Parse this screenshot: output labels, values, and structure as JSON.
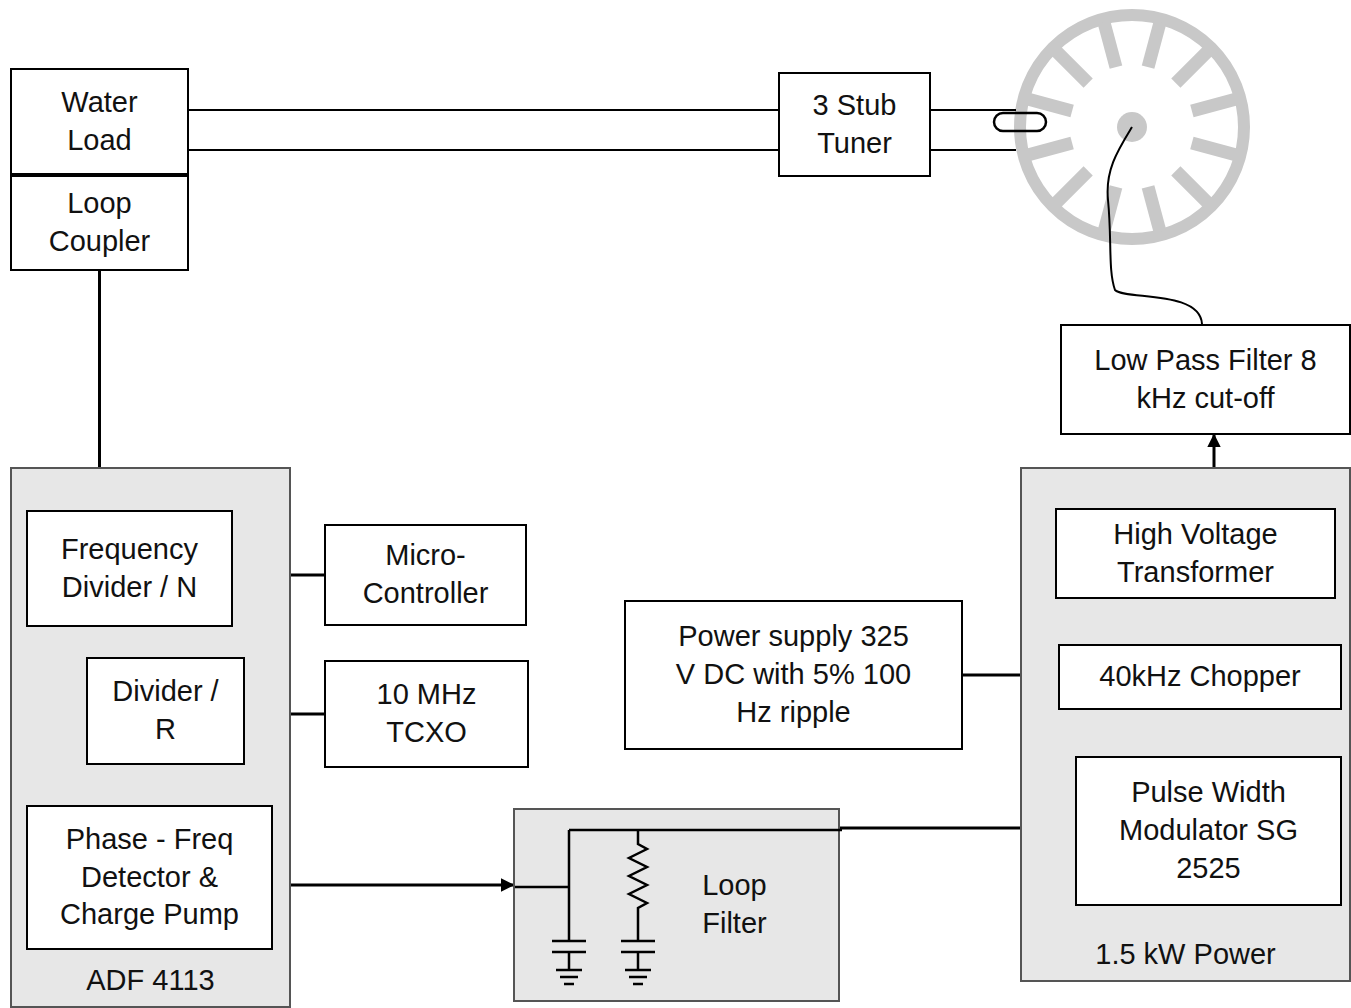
{
  "diagram": {
    "nodes": [
      {
        "text": [
          "Water Load"
        ]
      },
      {
        "text": [
          "Loop Coupler"
        ]
      },
      {
        "text": [
          "3 Stub Tuner"
        ]
      },
      {
        "text": [
          "Low Pass Filter 8 kHz cut-off"
        ]
      },
      {
        "text": [
          "ADF 4113"
        ]
      },
      {
        "text": [
          "Frequency Divider / N"
        ],
        "in": 4
      },
      {
        "text": [
          "Divider / R"
        ],
        "in": 4
      },
      {
        "text": [
          "Phase - Freq Detector & Charge Pump"
        ],
        "in": 4
      },
      {
        "text": [
          "Micro-Controller"
        ]
      },
      {
        "text": [
          "10 MHz TCXO"
        ]
      },
      {
        "text": [
          "Loop Filter"
        ]
      },
      {
        "text": [
          "1.5 kW Power"
        ]
      },
      {
        "text": [
          "High Voltage Transformer"
        ],
        "in": 11
      },
      {
        "text": [
          "40kHz Chopper"
        ],
        "in": 11
      },
      {
        "text": [
          "Pulse Width Modulator SG 2525"
        ],
        "in": 11
      },
      {
        "text": [
          "Power supply 325 V DC with 5% 100 Hz ripple"
        ]
      }
    ],
    "edges": [
      {
        "from": 0,
        "to": 2,
        "arrow": "none"
      },
      {
        "from": 1,
        "to": 5,
        "arrow": "to"
      },
      {
        "from": 8,
        "to": 5,
        "arrow": "to"
      },
      {
        "from": 9,
        "to": 6,
        "arrow": "to"
      },
      {
        "from": 5,
        "to": 7,
        "arrow": "to"
      },
      {
        "from": 6,
        "to": 7,
        "arrow": "to"
      },
      {
        "from": 7,
        "to": 10,
        "arrow": "to"
      },
      {
        "from": 10,
        "to": 14,
        "arrow": "to"
      },
      {
        "from": 15,
        "to": 13,
        "arrow": "to"
      },
      {
        "from": 14,
        "to": 13,
        "arrow": "to"
      },
      {
        "from": 13,
        "to": 12,
        "arrow": "to"
      },
      {
        "from": 12,
        "to": 3,
        "arrow": "to"
      }
    ]
  }
}
